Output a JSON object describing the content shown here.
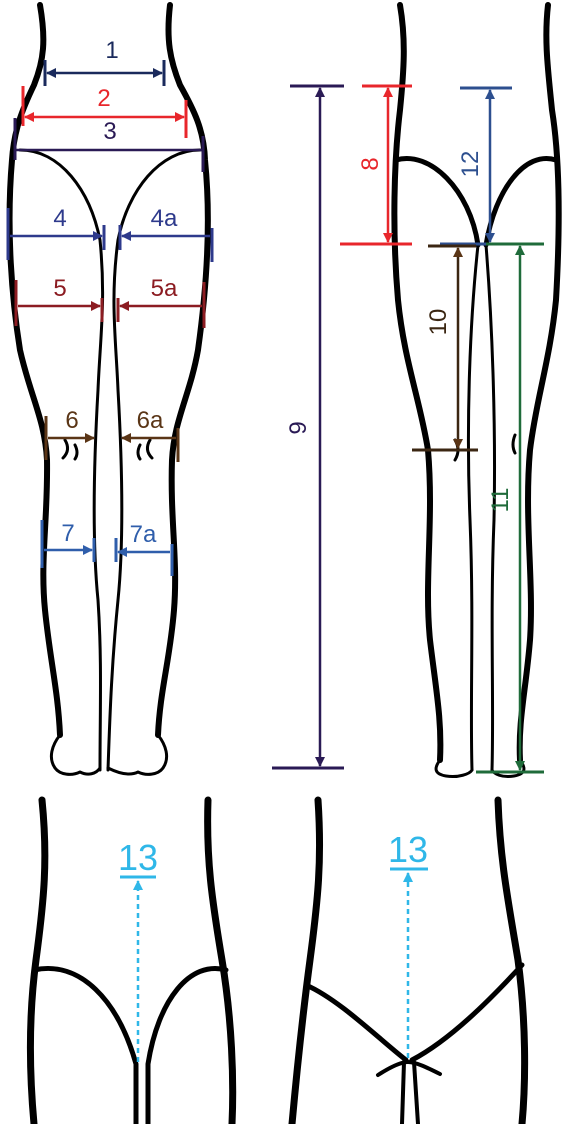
{
  "colors": {
    "navy": "#1a2a5c",
    "red": "#e8262b",
    "purple": "#2a1a55",
    "indigo": "#2e3a8c",
    "maroon": "#8c1c22",
    "brown": "#5a3516",
    "blue": "#2f5eab",
    "darkred": "#7d1a1a",
    "green": "#1f6b3a",
    "steel": "#2d4f8f",
    "cyan": "#2fb7e8",
    "body": "#000000"
  },
  "labels": {
    "m1": "1",
    "m2": "2",
    "m3": "3",
    "m4": "4",
    "m4a": "4a",
    "m5": "5",
    "m5a": "5a",
    "m6": "6",
    "m6a": "6a",
    "m7": "7",
    "m7a": "7a",
    "m8": "8",
    "m9": "9",
    "m10": "10",
    "m11": "11",
    "m12": "12",
    "m13_left": "13",
    "m13_right": "13"
  }
}
